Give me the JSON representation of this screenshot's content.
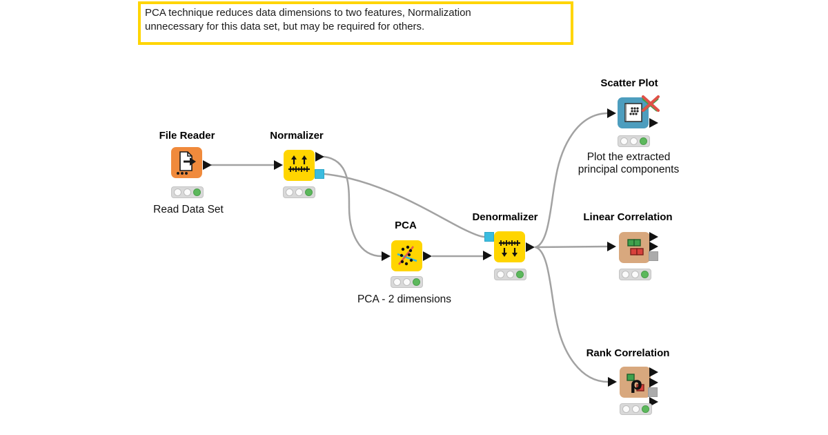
{
  "annotation": {
    "line1": "PCA technique reduces data dimensions to two features, Normalization",
    "line2": "unnecessary for this data set, but may be required for others.",
    "border_color": "#FFD500"
  },
  "nodes": [
    {
      "id": "file-reader",
      "label": "File Reader",
      "comment": "Read Data Set",
      "color": "#F08A3C",
      "status": "executed"
    },
    {
      "id": "normalizer",
      "label": "Normalizer",
      "comment": "",
      "color": "#FFD500",
      "status": "executed"
    },
    {
      "id": "pca",
      "label": "PCA",
      "comment": "PCA - 2 dimensions",
      "color": "#FFD500",
      "status": "executed"
    },
    {
      "id": "denormalizer",
      "label": "Denormalizer",
      "comment": "",
      "color": "#FFD500",
      "status": "executed"
    },
    {
      "id": "scatter-plot",
      "label": "Scatter Plot",
      "comment": "Plot the extracted principal components",
      "color": "#4D9DBE",
      "status": "executed"
    },
    {
      "id": "linear-correlation",
      "label": "Linear Correlation",
      "comment": "",
      "color": "#D8A87E",
      "status": "executed"
    },
    {
      "id": "rank-correlation",
      "label": "Rank Correlation",
      "comment": "",
      "color": "#D8A87E",
      "status": "executed"
    }
  ],
  "connections": [
    {
      "from": "file-reader",
      "to": "normalizer"
    },
    {
      "from": "normalizer",
      "to": "pca"
    },
    {
      "from": "normalizer",
      "to": "denormalizer",
      "port": "model"
    },
    {
      "from": "pca",
      "to": "denormalizer"
    },
    {
      "from": "denormalizer",
      "to": "scatter-plot"
    },
    {
      "from": "denormalizer",
      "to": "linear-correlation"
    },
    {
      "from": "denormalizer",
      "to": "rank-correlation"
    }
  ],
  "colors": {
    "wire": "#a2a2a2",
    "data_port": "#121212",
    "model_port": "#3bbcdf",
    "optional_port": "#ababab",
    "status_green": "#5cb85c",
    "annotation_border": "#FFD500"
  }
}
